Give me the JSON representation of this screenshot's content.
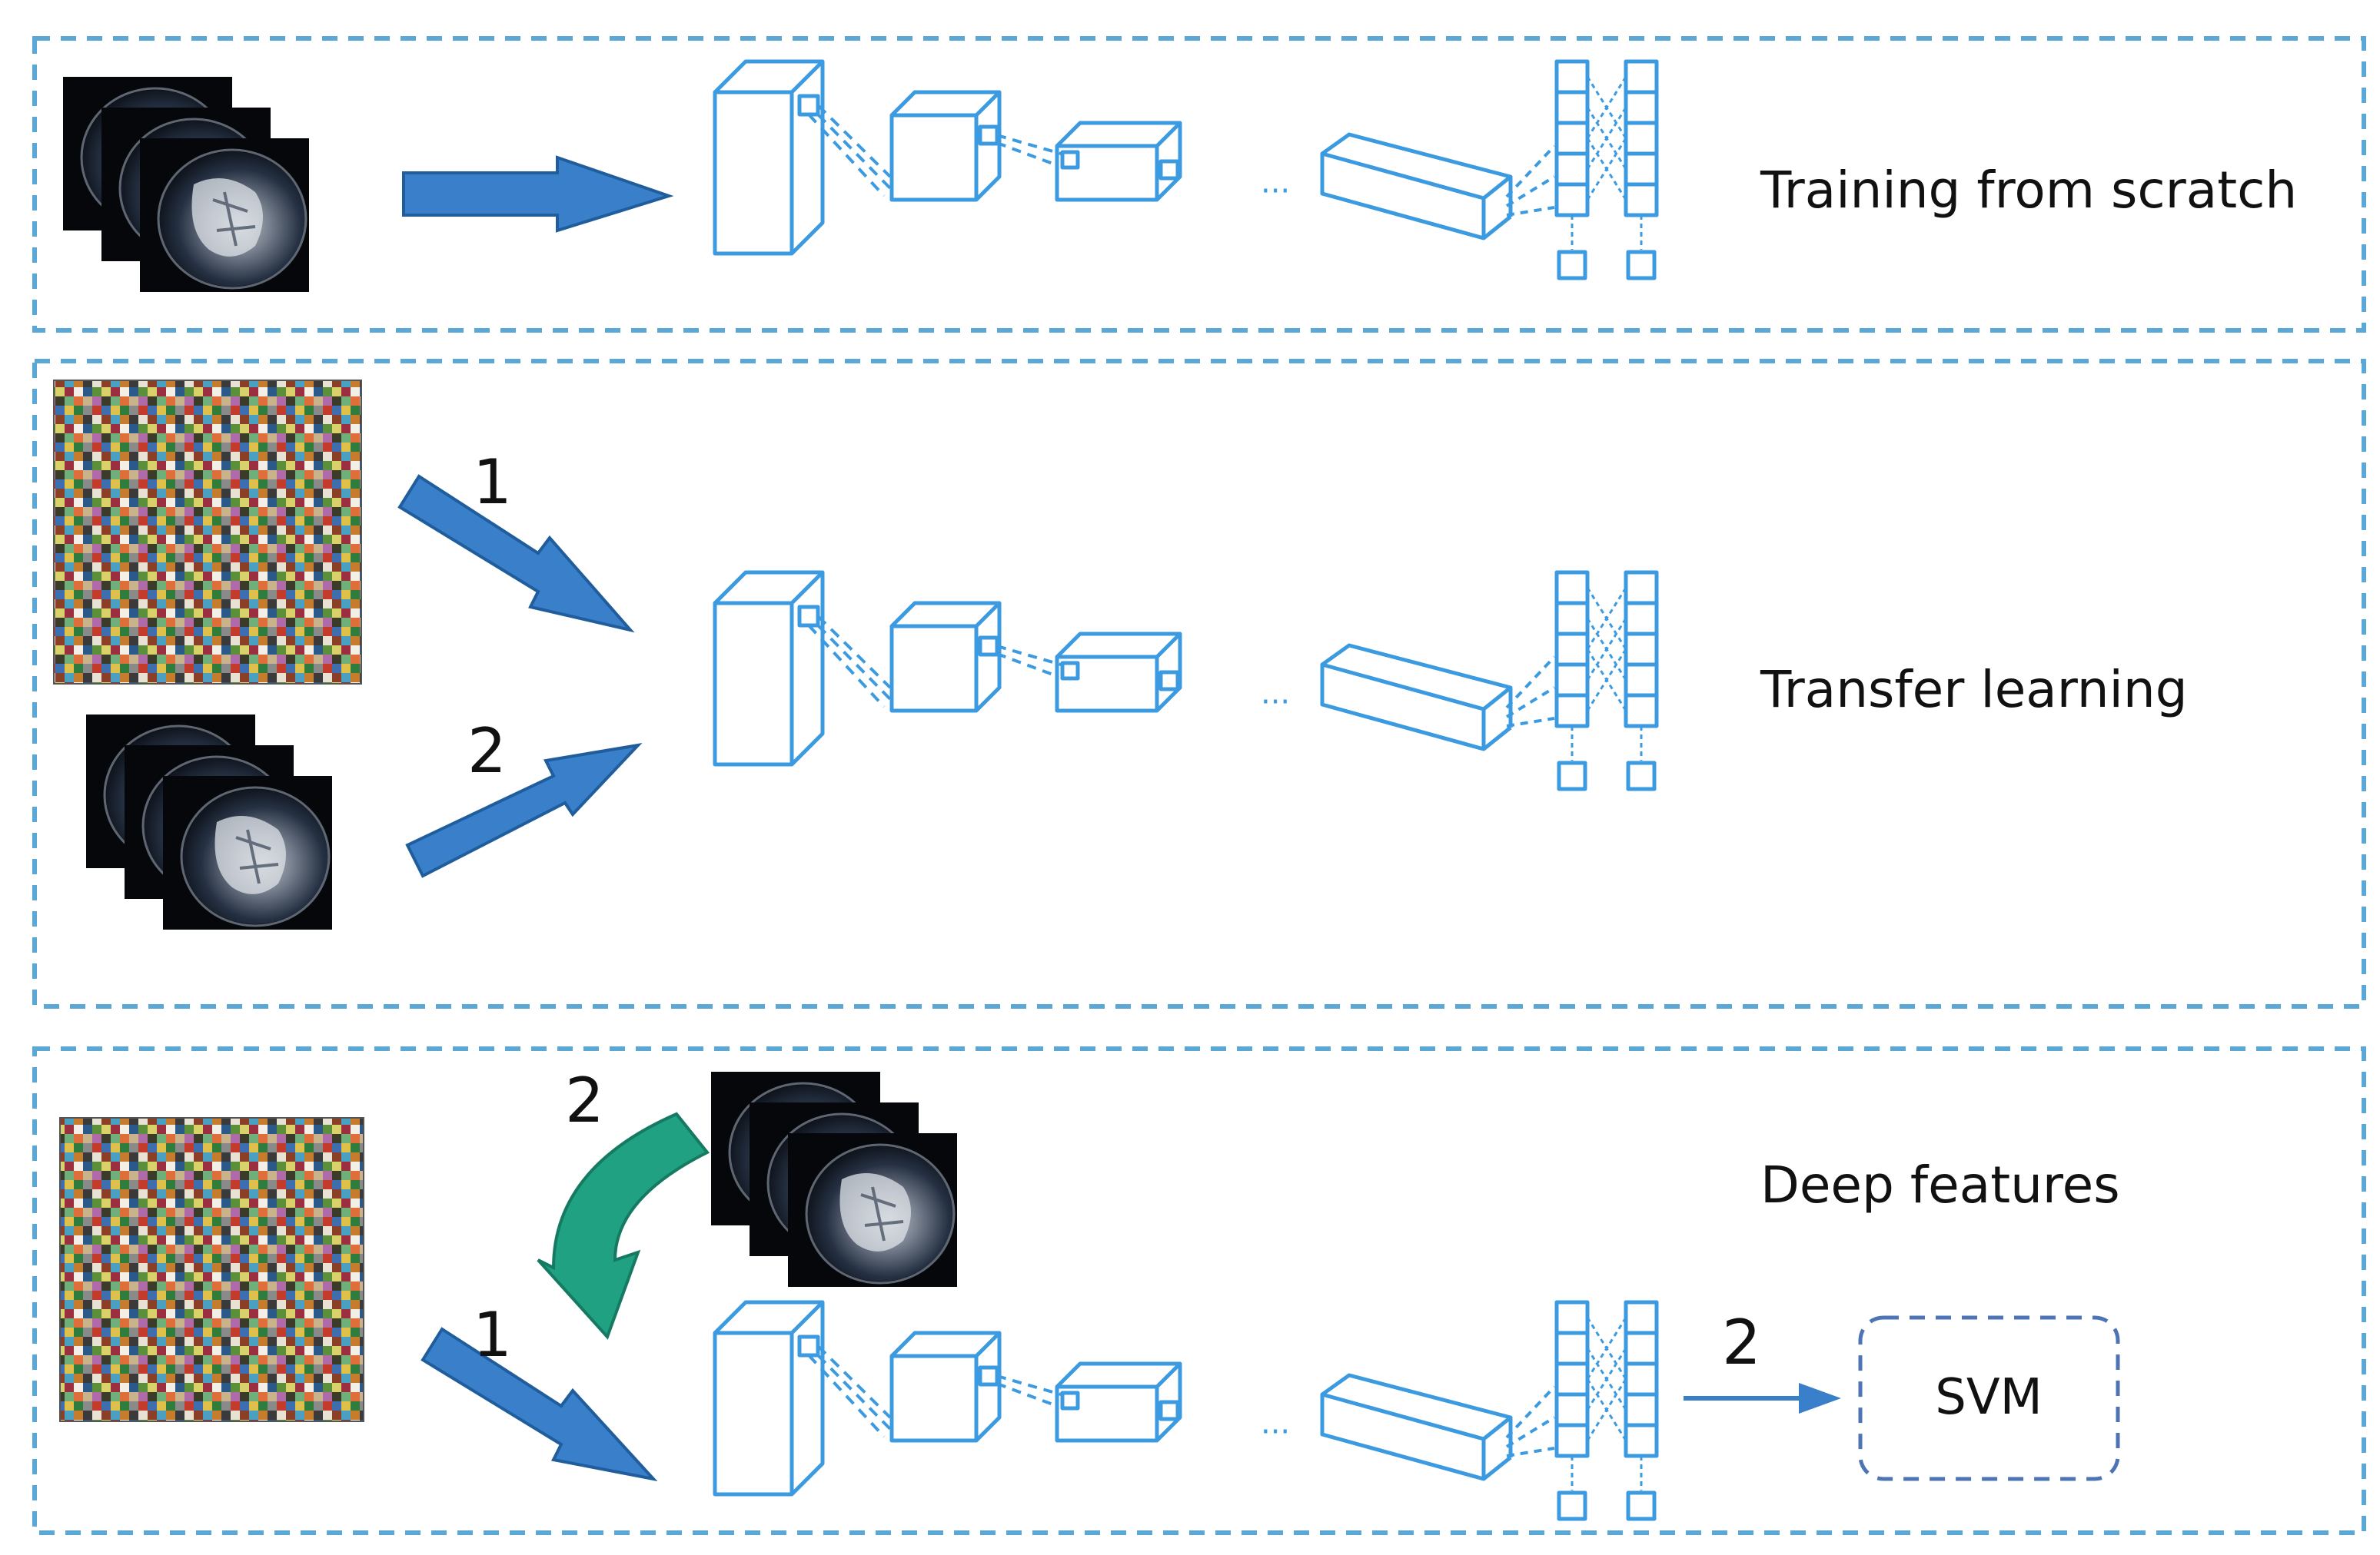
{
  "panels": [
    {
      "title": "Training from scratch",
      "arrow_labels": []
    },
    {
      "title": "Transfer learning",
      "arrow_labels": [
        "1",
        "2"
      ]
    },
    {
      "title": "Deep features",
      "arrow_labels": [
        "2",
        "1",
        "2"
      ]
    }
  ],
  "ellipsis": "···",
  "classifier": {
    "label": "SVM"
  },
  "colors": {
    "panel_border": "#5ba8d6",
    "network": "#3c9be0",
    "arrow_blue": "#3a7fc9",
    "arrow_dark": "#1f5d9c",
    "arrow_green": "#20a182",
    "svm_border": "#4f74b6"
  },
  "images": {
    "medical_scan_stack": "dark medical scan slices",
    "natural_image_mosaic": "mosaic of natural images"
  }
}
